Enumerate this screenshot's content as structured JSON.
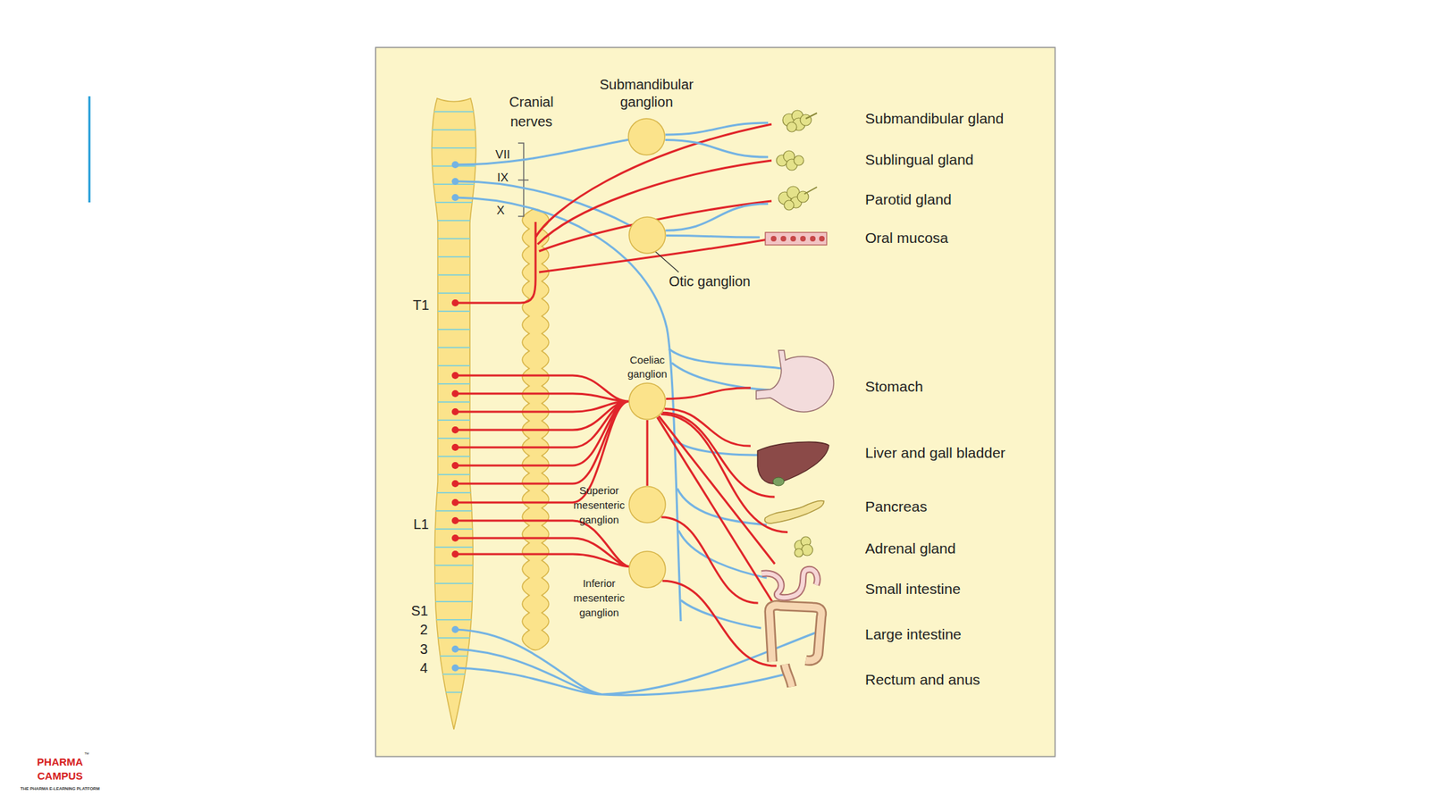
{
  "diagram": {
    "nodes": [
      {
        "text": [
          "Submandibular ganglion"
        ]
      },
      {
        "text": [
          "Otic ganglion"
        ]
      },
      {
        "text": [
          "Coeliac ganglion"
        ]
      },
      {
        "text": [
          "Superior mesenteric ganglion"
        ]
      },
      {
        "text": [
          "Inferior mesenteric ganglion"
        ]
      },
      {
        "text": [
          "Submandibular gland"
        ]
      },
      {
        "text": [
          "Sublingual gland"
        ]
      },
      {
        "text": [
          "Parotid gland"
        ]
      },
      {
        "text": [
          "Oral mucosa"
        ]
      },
      {
        "text": [
          "Stomach"
        ]
      },
      {
        "text": [
          "Liver and gall bladder"
        ]
      },
      {
        "text": [
          "Pancreas"
        ]
      },
      {
        "text": [
          "Adrenal gland"
        ]
      },
      {
        "text": [
          "Small intestine"
        ]
      },
      {
        "text": [
          "Large intestine"
        ]
      },
      {
        "text": [
          "Rectum and anus"
        ]
      }
    ],
    "edges": [
      {
        "from": 0,
        "to": 5,
        "arrow": "none"
      },
      {
        "from": 0,
        "to": 6,
        "arrow": "none"
      },
      {
        "from": 1,
        "to": 7,
        "arrow": "none"
      },
      {
        "from": 1,
        "to": 8,
        "arrow": "none"
      },
      {
        "from": 2,
        "to": 3,
        "arrow": "none"
      },
      {
        "from": 2,
        "to": 9,
        "arrow": "none"
      },
      {
        "from": 2,
        "to": 10,
        "arrow": "none"
      },
      {
        "from": 2,
        "to": 11,
        "arrow": "none"
      },
      {
        "from": 2,
        "to": 12,
        "arrow": "none"
      },
      {
        "from": 2,
        "to": 13,
        "arrow": "none"
      },
      {
        "from": 2,
        "to": 14,
        "arrow": "none"
      },
      {
        "from": 3,
        "to": 14,
        "arrow": "none"
      },
      {
        "from": 4,
        "to": 15,
        "arrow": "none"
      }
    ],
    "labels": [
      "Cranial nerves",
      "VII",
      "IX",
      "X",
      "T1",
      "L1",
      "S1",
      "2",
      "3",
      "4",
      "PHARMA",
      "CAMPUS",
      "THE PHARMA E-LEARNING PLATFORM",
      "™"
    ]
  }
}
